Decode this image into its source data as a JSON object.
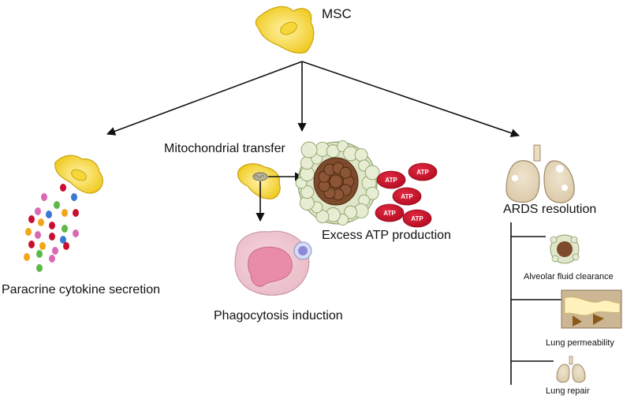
{
  "title": "MSC",
  "branches": {
    "paracrine": "Paracrine cytokine secretion",
    "mito_transfer": "Mitochondrial transfer",
    "excess_atp": "Excess ATP production",
    "phagocytosis": "Phagocytosis induction",
    "ards": "ARDS resolution"
  },
  "atp_label": "ATP",
  "ards_outcomes": [
    {
      "label": "Alveolar fluid clearance",
      "icon": "alveolus-icon"
    },
    {
      "label": "Lung permeability",
      "icon": "endothelium-icon"
    },
    {
      "label": "Lung repair",
      "icon": "lungs-icon"
    }
  ],
  "colors": {
    "msc_cell": "#f5d328",
    "atp_blob": "#c8102e",
    "arrow": "#111111",
    "cytokine_dots": [
      "#3a78d6",
      "#c8102e",
      "#f3a51c",
      "#5cb848",
      "#d86ab3"
    ]
  }
}
